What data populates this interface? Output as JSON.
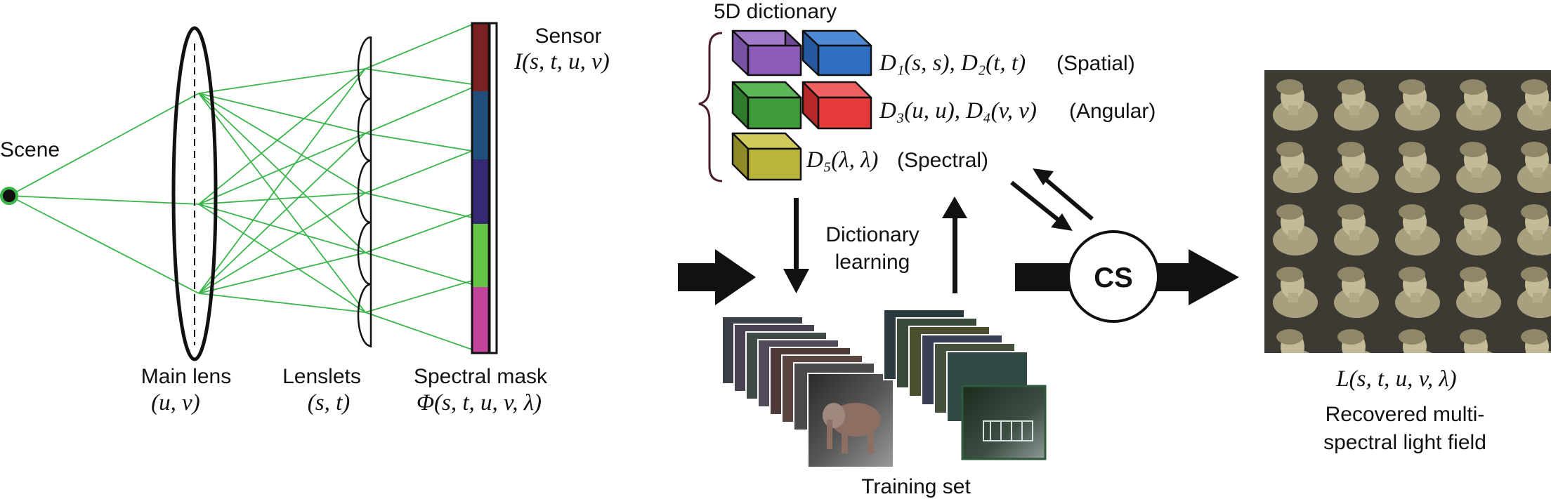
{
  "optics": {
    "scene_label": "Scene",
    "main_lens_label": "Main lens",
    "main_lens_coords": "(u, v)",
    "lenslets_label": "Lenslets",
    "lenslets_coords": "(s, t)",
    "mask_label": "Spectral mask",
    "mask_formula": "Φ(s, t, u, v, λ)",
    "sensor_label": "Sensor",
    "sensor_formula": "I(s, t, u, v)",
    "mask_colors": [
      "#7a2121",
      "#1f4f7a",
      "#332a73",
      "#66c445",
      "#c1449a"
    ],
    "ray_color": "#39b54a"
  },
  "dictionary": {
    "title": "5D dictionary",
    "spatial_formula": "D₁(s, s), D₂(t, t)",
    "spatial_tag": "(Spatial)",
    "angular_formula": "D₃(u, u), D₄(v, v)",
    "angular_tag": "(Angular)",
    "spectral_formula": "D₅(λ, λ)",
    "spectral_tag": "(Spectral)",
    "cube_colors": [
      "#8a5bb8",
      "#2f6fc4",
      "#3f9a3a",
      "#e63a3a",
      "#b9b43a"
    ]
  },
  "learning": {
    "label_line1": "Dictionary",
    "label_line2": "learning",
    "training_label": "Training set"
  },
  "cs": {
    "label": "CS"
  },
  "output": {
    "formula": "L(s, t, u, v, λ)",
    "caption_line1": "Recovered multi-",
    "caption_line2": "spectral light field"
  }
}
